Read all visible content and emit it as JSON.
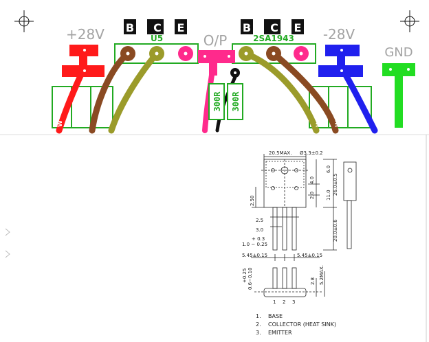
{
  "pcb": {
    "supply_pos": "+28V",
    "supply_neg": "-28V",
    "output": "O/P",
    "ground": "GND",
    "q1_pins": [
      "B",
      "C",
      "E"
    ],
    "q2_pins": [
      "B",
      "C",
      "E"
    ],
    "q1_part": "U5",
    "q2_part": "2SA1943",
    "resistor_values": [
      "300R",
      "300R"
    ],
    "w_labels": [
      "W",
      "W",
      "W",
      "W",
      "W",
      "W"
    ],
    "colors": {
      "red": "#ff1a1a",
      "blue": "#2020ee",
      "green": "#22dd22",
      "magenta": "#ff2a8c",
      "brown": "#8a4a22",
      "olive": "#9b9b2a",
      "label_grey": "#a3a3a3",
      "footprint_green": "#22aa22"
    }
  },
  "package": {
    "dims": {
      "width_max": "20.5MAX.",
      "hole_dia": "Ø3.3±0.2",
      "d_6_0": "6.0",
      "d_4_0": "4.0",
      "d_2_0": "2.0",
      "d_11_0": "11.0",
      "d_26_0": "26.0±0.5",
      "d_2_50": "2.50",
      "d_2_5": "2.5",
      "d_3_0": "3.0",
      "d_lead_tol_top": "+ 0.3",
      "d_lead_tol": "1.0 − 0.25",
      "d_20_0": "20.0±0.6",
      "pitch_left": "5.45±0.15",
      "pitch_right": "5.45±0.15",
      "lead_thk_top": "+0.25",
      "lead_thk": "0.6−0.10",
      "d_2_8": "2.8",
      "d_5_2": "5.2MAX."
    },
    "pin_numbers": [
      "1",
      "2",
      "3"
    ],
    "legend": [
      {
        "num": "1.",
        "text": "BASE"
      },
      {
        "num": "2.",
        "text": "COLLECTOR (HEAT SINK)"
      },
      {
        "num": "3.",
        "text": "EMITTER"
      }
    ]
  }
}
